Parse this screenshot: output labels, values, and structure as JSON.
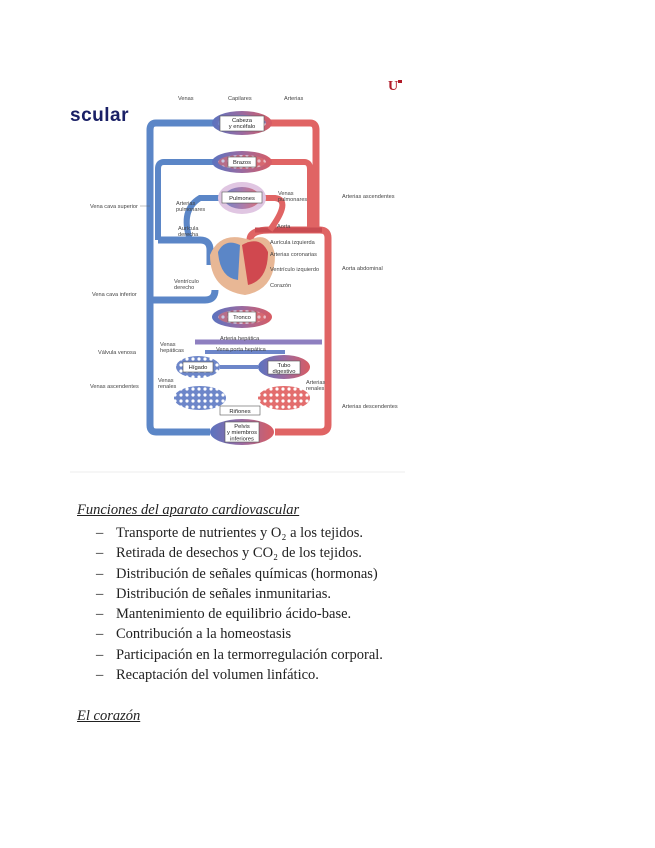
{
  "figure": {
    "slide_title_fragment": "scular",
    "logo_text": "U",
    "labels": {
      "venas": "Venas",
      "capilares": "Capilares",
      "arterias": "Arterias",
      "cabeza": "Cabeza\ny encéfalo",
      "brazos": "Brazos",
      "pulmones": "Pulmones",
      "arterias_pulmonares": "Arterias\npulmonares",
      "venas_pulmonares": "Venas\npulmonares",
      "auricula_derecha": "Aurícula\nderecha",
      "vena_cava_superior": "Vena cava superior",
      "arterias_ascendentes": "Arterias ascendentes",
      "aorta": "Aorta",
      "auricula_izquierda": "Aurícula izquierda",
      "arterias_coronarias": "Arterias coronarias",
      "ventriculo_izquierdo": "Ventrículo izquierdo",
      "aorta_abdominal": "Aorta abdominal",
      "ventriculo_derecho": "Ventrículo\nderecho",
      "corazon": "Corazón",
      "vena_cava_inferior": "Vena cava inferior",
      "tronco": "Tronco",
      "arteria_hepatica": "Arteria hepática",
      "valvula_venosa": "Válvula venosa",
      "venas_hepaticas": "Venas\nhepáticas",
      "vena_porta": "Vena porta hepática",
      "higado": "Hígado",
      "tubo_digestivo": "Tubo\ndigestivo",
      "venas_ascendentes": "Venas ascendentes",
      "venas_renales": "Venas\nrenales",
      "arterias_renales": "Arterias\nrenales",
      "arterias_descendentes": "Arterias descendentes",
      "rinones": "Riñones",
      "pelvis": "Pelvis\ny miembros\ninferiores"
    }
  },
  "functions": {
    "heading": "Funciones del aparato cardiovascular",
    "items": [
      "Transporte de nutrientes y O₂ a los tejidos.",
      "Retirada de desechos y CO₂ de los tejidos.",
      "Distribución de señales químicas (hormonas)",
      "Distribución de señales inmunitarias.",
      "Mantenimiento de equilibrio ácido-base.",
      "Contribución a la homeostasis",
      "Participación en la termorregulación corporal.",
      "Recaptación del volumen linfático."
    ],
    "dash": "–"
  },
  "heart_section": {
    "heading": "El corazón"
  }
}
